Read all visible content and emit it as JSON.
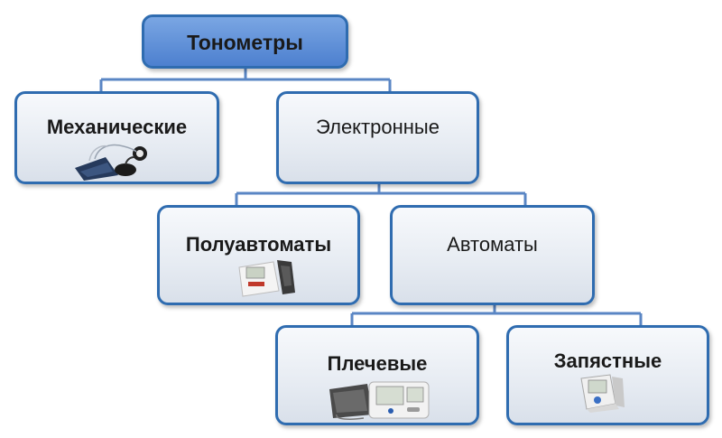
{
  "colors": {
    "border": "#2f6cb0",
    "root_fill": "#5b8bd6",
    "box_fill": "#e6ebf2",
    "connector": "#5a86c4"
  },
  "nodes": {
    "root": {
      "label": "Тонометры"
    },
    "mechanical": {
      "label": "Механические",
      "icon": "cuff-manometer-icon"
    },
    "electronic": {
      "label": "Электронные"
    },
    "semi_automatic": {
      "label": "Полуавтоматы",
      "icon": "semi-automatic-monitor-icon"
    },
    "automatic": {
      "label": "Автоматы"
    },
    "upper_arm": {
      "label": "Плечевые",
      "icon": "upper-arm-monitor-icon"
    },
    "wrist": {
      "label": "Запястные",
      "icon": "wrist-monitor-icon"
    }
  }
}
